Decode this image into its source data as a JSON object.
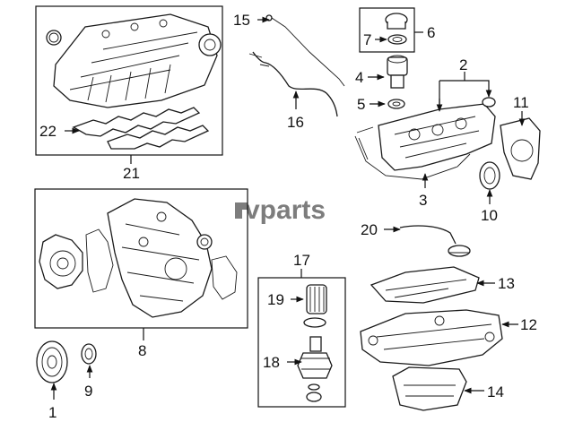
{
  "watermark": {
    "text": "vparts"
  },
  "callouts": {
    "c1": "1",
    "c2": "2",
    "c3": "3",
    "c4": "4",
    "c5": "5",
    "c6": "6",
    "c7": "7",
    "c8": "8",
    "c9": "9",
    "c10": "10",
    "c11": "11",
    "c12": "12",
    "c13": "13",
    "c14": "14",
    "c15": "15",
    "c16": "16",
    "c17": "17",
    "c18": "18",
    "c19": "19",
    "c20": "20",
    "c21": "21",
    "c22": "22"
  },
  "colors": {
    "line": "#111111",
    "watermark": "#7d7d7d",
    "background": "#ffffff"
  }
}
